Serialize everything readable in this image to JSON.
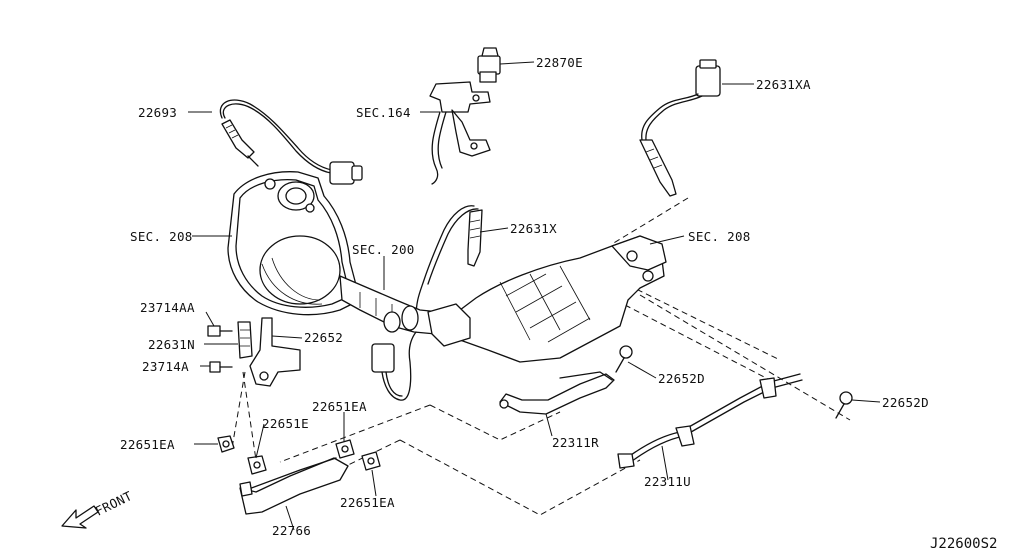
{
  "labels": {
    "p22870e": "22870E",
    "p22631xa": "22631XA",
    "p22693": "22693",
    "sec164": "SEC.164",
    "sec208_left": "SEC. 208",
    "p22631x": "22631X",
    "sec208_right": "SEC. 208",
    "sec200": "SEC. 200",
    "p23714aa": "23714AA",
    "p22652": "22652",
    "p22631n": "22631N",
    "p23714a": "23714A",
    "p22652d_a": "22652D",
    "p22651ea_top": "22651EA",
    "p22652d_b": "22652D",
    "p22651e": "22651E",
    "p22311r": "22311R",
    "p22651ea_left": "22651EA",
    "p22311u": "22311U",
    "p22651ea_bottom": "22651EA",
    "p22766": "22766",
    "front": "FRONT"
  },
  "diagram_code": "J22600S2"
}
